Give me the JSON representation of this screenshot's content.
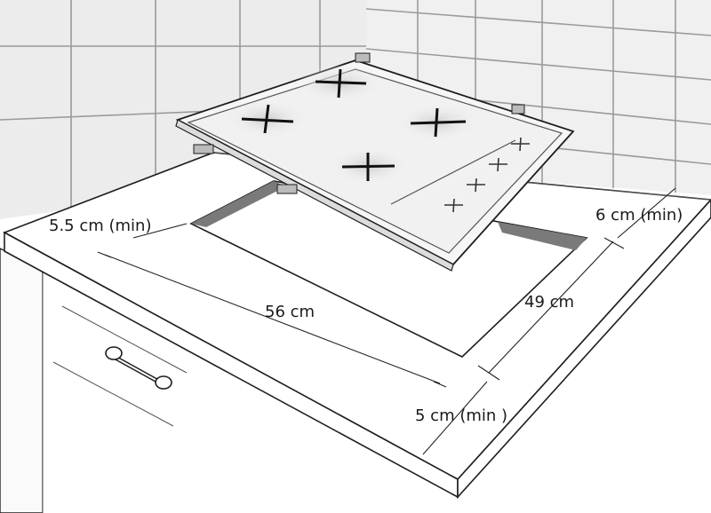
{
  "dimensions": {
    "left_min": "5.5 cm (min)",
    "back_min": "6 cm (min)",
    "width": "56 cm",
    "depth": "49 cm",
    "front_min": "5 cm (min )"
  },
  "colors": {
    "wall": "#e9e9e9",
    "countertop": "#ffffff",
    "cutout_slot": "#7a7a7a",
    "line": "#1e1e1e",
    "burner_glow": "#d8d8d8"
  }
}
